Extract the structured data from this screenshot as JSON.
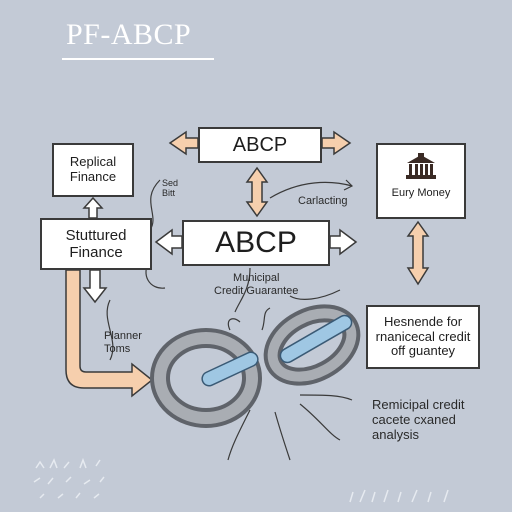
{
  "title": "PF-ABCP",
  "boxes": {
    "abcp_top": "ABCP",
    "abcp_main": "ABCP",
    "replical_finance": "Replical\nFinance",
    "structured_finance": "Stuttured\nFinance",
    "eury_money": "Eury Money",
    "hesnende": "Hesnende for\nrnanicecal credit\noff guantey"
  },
  "notes": {
    "sed_bitt": "Sed\nBitt",
    "carlacting": "Carlacting",
    "municipal": "Municipal\nCredit Guarantee",
    "planner": "Planner\nToms",
    "remicipal": "Remicipal credit\ncacete cxaned\nanalysis"
  },
  "colors": {
    "background": "#c3cad6",
    "arrow_fill": "#f6cfad",
    "arrow_stroke": "#3a3a3a",
    "chain_metal": "#8e9298",
    "chain_blue": "#9fc7e3"
  },
  "icons": {
    "bank": "bank-building-icon",
    "chain": "chain-link-icon"
  }
}
